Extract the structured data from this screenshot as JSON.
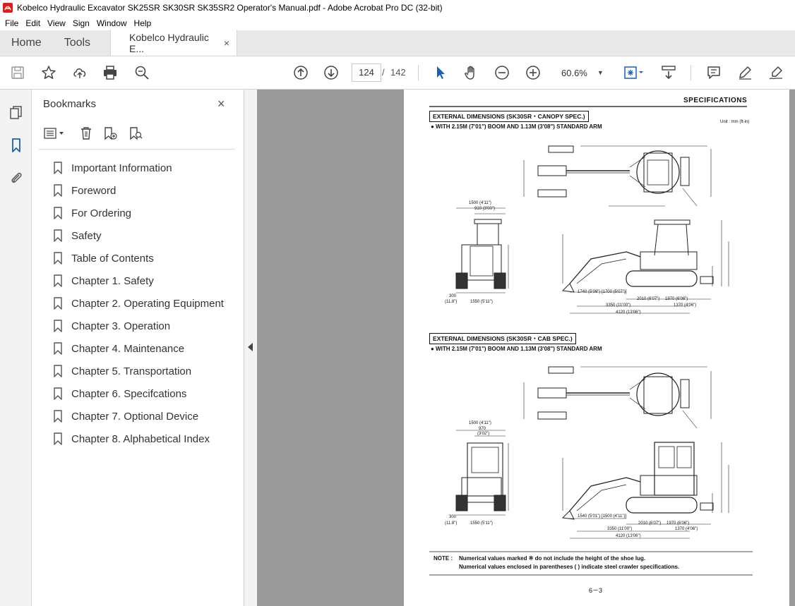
{
  "window": {
    "title": "Kobelco Hydraulic Excavator SK25SR SK30SR SK35SR2 Operator's Manual.pdf - Adobe Acrobat Pro DC (32-bit)"
  },
  "menu": [
    "File",
    "Edit",
    "View",
    "Sign",
    "Window",
    "Help"
  ],
  "tabs": {
    "home": "Home",
    "tools": "Tools",
    "document": "Kobelco Hydraulic E...",
    "close": "×"
  },
  "toolbar": {
    "current_page": "124",
    "separator": "/",
    "total_pages": "142",
    "zoom": "60.6%",
    "icons": [
      "save-icon",
      "bookmark-star-icon",
      "upload-icon",
      "print-icon",
      "zoom-search-icon",
      "page-up-icon",
      "page-down-icon",
      "select-arrow-icon",
      "hand-icon",
      "zoom-out-icon",
      "zoom-in-icon",
      "fit-page-icon",
      "scroll-mode-icon",
      "comment-icon",
      "highlight-pen-icon",
      "sign-icon"
    ]
  },
  "bookmarks": {
    "title": "Bookmarks",
    "close": "×",
    "items": [
      "Important Information",
      "Foreword",
      "For Ordering",
      "Safety",
      "Table of Contents",
      "Chapter 1. Safety",
      "Chapter 2. Operating Equipment",
      "Chapter 3. Operation",
      "Chapter 4. Maintenance",
      "Chapter 5. Transportation",
      "Chapter 6. Specifcations",
      "Chapter 7. Optional Device",
      "Chapter 8. Alphabetical Index"
    ]
  },
  "page": {
    "header": "SPECIFICATIONS",
    "section1": {
      "title": "EXTERNAL DIMENSIONS (SK30SR・CANOPY SPEC.)",
      "subtitle": "● WITH 2.15M (7'01\") BOOM AND 1.13M (3'08\") STANDARD ARM",
      "unit": "Unit : mm (ft-in)"
    },
    "section2": {
      "title": "EXTERNAL DIMENSIONS (SK30SR・CAB SPEC.)",
      "subtitle": "● WITH 2.15M (7'01\") BOOM AND 1.13M (3'08\") STANDARD ARM"
    },
    "dims1": {
      "d_1500": "1500 (4'11\")",
      "d_910": "910 (3'00\")",
      "d_300": "300",
      "d_300b": "(11.8\")",
      "d_1550": "1550 (5'11\")",
      "d_1740": "1740 (5'09\") [1700 (5'07\")]",
      "d_2010": "2010 (6'07\")",
      "d_1970": "1970 (6'06\")",
      "d_3350": "3350 (11'00\")",
      "d_1370": "1370 (4'06\")",
      "d_4120": "4120 (13'06\")"
    },
    "dims2": {
      "d_1500": "1500 (4'11\")",
      "d_970": "970",
      "d_970b": "(3'02\")",
      "d_300": "300",
      "d_300b": "(11.8\")",
      "d_1550": "1550 (5'11\")",
      "d_1540": "1540 (5'01\") [1500 (4'11\")]",
      "d_2010": "2010 (6'07\")",
      "d_1970": "1970 (6'06\")",
      "d_3350": "3350 (11'00\")",
      "d_1370": "1370 (4'06\")",
      "d_4120": "4120 (13'06\")"
    },
    "note_label": "NOTE :",
    "note1": "Numerical values marked ※ do not include the height of the shoe lug.",
    "note2": "Numerical values enclosed in parentheses ( ) indicate steel crawler specifications.",
    "page_number": "6－3"
  }
}
